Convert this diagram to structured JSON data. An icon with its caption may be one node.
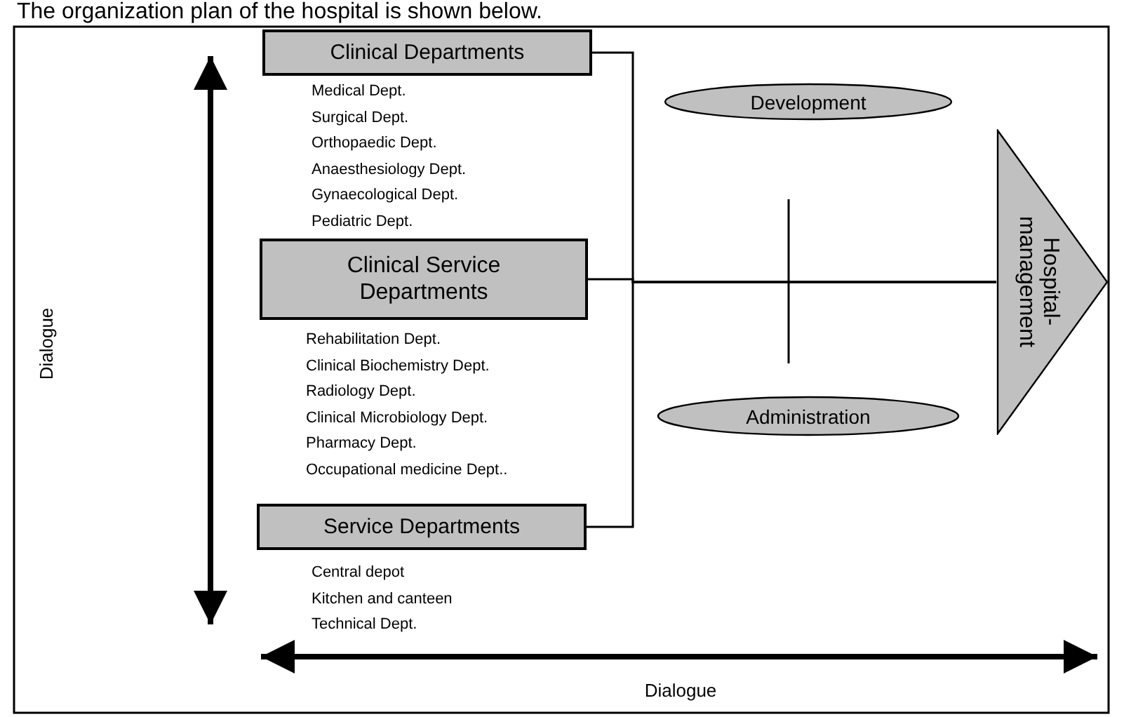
{
  "diagram": {
    "title": "The organization plan of the hospital is shown below.",
    "nodes": [
      {
        "text": [
          "Clinical Departments"
        ],
        "beside": [
          "Medical Dept.",
          "Surgical Dept.",
          "Orthopaedic Dept.",
          "Anaesthesiology Dept.",
          "Gynaecological Dept.",
          "Pediatric Dept."
        ]
      },
      {
        "text": [
          "Clinical Service Departments"
        ],
        "beside": [
          "Rehabilitation Dept.",
          "Clinical Biochemistry Dept.",
          "Radiology Dept.",
          "Clinical Microbiology Dept.",
          "Pharmacy Dept.",
          "Occupational medicine Dept.."
        ]
      },
      {
        "text": [
          "Service Departments"
        ],
        "beside": [
          "Central depot",
          "Kitchen and canteen",
          "Technical Dept."
        ]
      },
      {
        "text": [
          "Development"
        ]
      },
      {
        "text": [
          "Administration"
        ]
      },
      {
        "text": [
          "Hospital-management"
        ]
      }
    ],
    "edges": [
      {
        "from": 0,
        "to": 5,
        "arrow": "none"
      },
      {
        "from": 1,
        "to": 5,
        "arrow": "none"
      },
      {
        "from": 2,
        "to": 5,
        "arrow": "none"
      }
    ],
    "labels": [
      "Dialogue",
      "Dialogue"
    ]
  }
}
